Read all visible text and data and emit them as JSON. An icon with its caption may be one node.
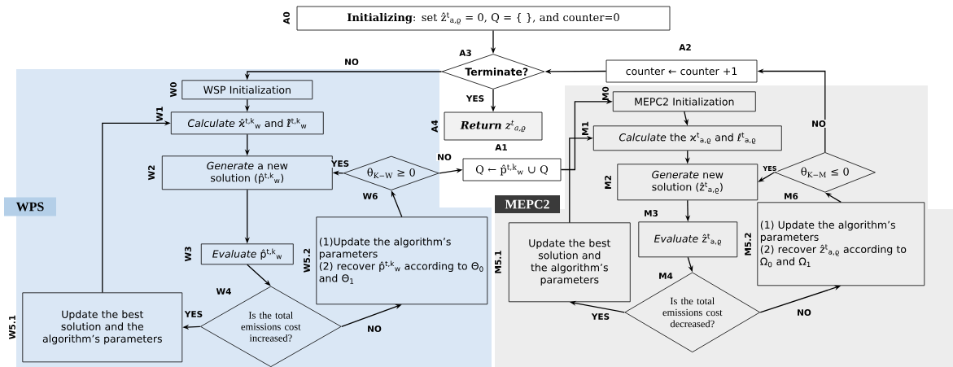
{
  "diagram": {
    "nodes": [
      {
        "text": [
          "WPS"
        ]
      },
      {
        "text": [
          "MEPC2"
        ]
      },
      {
        "text": [
          "**Initializing**: set ẑ$^{t}$$_{a,ϱ}$ = 0, Q = {   }, and counter=0"
        ],
        "beside": [
          "A0"
        ]
      },
      {
        "text": [
          "Terminate?"
        ],
        "beside": [
          "A3"
        ]
      },
      {
        "text": [
          "counter ← counter +1"
        ],
        "beside": [
          "A2"
        ]
      },
      {
        "text": [
          "WSP Initialization"
        ],
        "in": 0,
        "beside": [
          "W0"
        ]
      },
      {
        "text": [
          "*Calculate* ϰ̂$^{t,k}$$_{w}$ and ℓ̂$^{t,k}$$_{w}$"
        ],
        "in": 0,
        "beside": [
          "W1"
        ]
      },
      {
        "text": [
          "**Return** z$^{t}$$_{a,ϱ}$"
        ],
        "beside": [
          "A4"
        ]
      },
      {
        "text": [
          "MEPC2 Initialization"
        ],
        "in": 1,
        "beside": [
          "M0"
        ]
      },
      {
        "text": [
          "*Calculate* the ϰ$^{t}$$_{a,ϱ}$ and ℓ$^{t}$$_{a,ϱ}$"
        ],
        "in": 1,
        "beside": [
          "M1"
        ]
      },
      {
        "text": [
          "*Generate* a new solution (p̂$^{t,k}$$_{w}$)"
        ],
        "in": 0,
        "beside": [
          "W2"
        ]
      },
      {
        "text": [
          "θ$_{K−W}$ ≥ 0"
        ],
        "in": 0,
        "beside": [
          "W6"
        ]
      },
      {
        "text": [
          "Q ← p̂$^{t,k}$$_{w}$ ∪ Q"
        ],
        "beside": [
          "A1"
        ]
      },
      {
        "text": [
          "θ$_{K−M}$ ≤ 0"
        ],
        "in": 1,
        "beside": [
          "M6"
        ]
      },
      {
        "text": [
          "*Generate* new solution (ẑ$^{t}$$_{a,ϱ}$)"
        ],
        "in": 1,
        "beside": [
          "M2"
        ]
      },
      {
        "text": [
          "*Evaluate* p̂$^{t,k}$$_{w}$"
        ],
        "in": 0,
        "beside": [
          "W3"
        ]
      },
      {
        "text": [
          "(1)Update the algorithm’s parameters",
          "(2) recover p̂$^{t,k}$$_{w}$ according to Θ$_{0}$ and Θ$_{1}$"
        ],
        "in": 0,
        "beside": [
          "W5.2"
        ]
      },
      {
        "text": [
          "*Evaluate* ẑ$^{t}$$_{a,ϱ}$"
        ],
        "in": 1,
        "beside": [
          "M3"
        ]
      },
      {
        "text": [
          "Update the best solution and the algorithm’s parameters"
        ],
        "in": 1,
        "beside": [
          "M5.1"
        ]
      },
      {
        "text": [
          "(1) Update the algorithm’s parameters",
          "(2) recover ẑ$^{t}$$_{a,ϱ}$ according to Ω$_{0}$ and Ω$_{1}$"
        ],
        "in": 1,
        "beside": [
          "M5.2"
        ]
      },
      {
        "text": [
          "Is the total emissions cost increased?"
        ],
        "in": 0,
        "beside": [
          "W4"
        ]
      },
      {
        "text": [
          "Is the total emissions cost decreased?"
        ],
        "in": 1,
        "beside": [
          "M4"
        ]
      },
      {
        "text": [
          "Update the best solution and the algorithm’s parameters"
        ],
        "in": 0,
        "beside": [
          "W5.1"
        ]
      }
    ],
    "edges": [
      {
        "from": 2,
        "to": 3,
        "arrow": "to"
      },
      {
        "from": 3,
        "to": 5,
        "arrow": "to",
        "label": "NO"
      },
      {
        "from": 3,
        "to": 7,
        "arrow": "to",
        "label": "YES"
      },
      {
        "from": 4,
        "to": 3,
        "arrow": "to"
      },
      {
        "from": 5,
        "to": 6,
        "arrow": "to"
      },
      {
        "from": 6,
        "to": 10,
        "arrow": "to"
      },
      {
        "from": 10,
        "to": 15,
        "arrow": "to"
      },
      {
        "from": 15,
        "to": 20,
        "arrow": "to"
      },
      {
        "from": 20,
        "to": 22,
        "arrow": "to",
        "label": "YES"
      },
      {
        "from": 20,
        "to": 16,
        "arrow": "to",
        "label": "NO"
      },
      {
        "from": 22,
        "to": 6,
        "arrow": "to"
      },
      {
        "from": 16,
        "to": 11,
        "arrow": "to"
      },
      {
        "from": 11,
        "to": 10,
        "arrow": "to",
        "label": "YES"
      },
      {
        "from": 11,
        "to": 12,
        "arrow": "to",
        "label": "NO"
      },
      {
        "from": 12,
        "to": 8,
        "arrow": "to"
      },
      {
        "from": 8,
        "to": 9,
        "arrow": "to"
      },
      {
        "from": 9,
        "to": 14,
        "arrow": "to"
      },
      {
        "from": 13,
        "to": 14,
        "arrow": "to",
        "label": "YES"
      },
      {
        "from": 13,
        "to": 4,
        "arrow": "to",
        "label": "NO"
      },
      {
        "from": 14,
        "to": 17,
        "arrow": "to"
      },
      {
        "from": 17,
        "to": 21,
        "arrow": "to"
      },
      {
        "from": 21,
        "to": 18,
        "arrow": "to",
        "label": "YES"
      },
      {
        "from": 21,
        "to": 19,
        "arrow": "to",
        "label": "NO"
      },
      {
        "from": 18,
        "to": 9,
        "arrow": "to"
      },
      {
        "from": 19,
        "to": 13,
        "arrow": "to"
      }
    ]
  }
}
